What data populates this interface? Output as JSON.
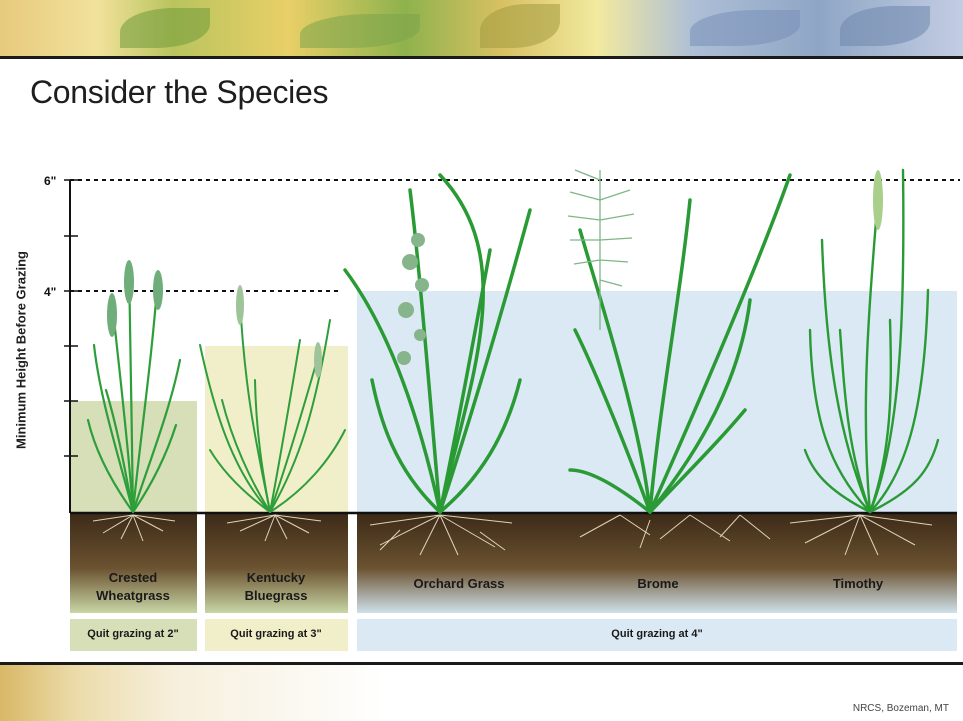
{
  "title": "Consider the Species",
  "y_axis": {
    "label": "Minimum Height Before Grazing",
    "tick_6": "6\"",
    "tick_4": "4\""
  },
  "species": [
    {
      "name_line1": "Crested",
      "name_line2": "Wheatgrass",
      "quit": "Quit grazing at 2\"",
      "min_height_in": 2
    },
    {
      "name_line1": "Kentucky",
      "name_line2": "Bluegrass",
      "quit": "Quit grazing at 3\"",
      "min_height_in": 3
    },
    {
      "name_line1": "Orchard Grass",
      "name_line2": "",
      "min_height_in": 4
    },
    {
      "name_line1": "Brome",
      "name_line2": "",
      "min_height_in": 4
    },
    {
      "name_line1": "Timothy",
      "name_line2": "",
      "min_height_in": 4
    }
  ],
  "group_quit": "Quit grazing at 4\"",
  "colors": {
    "wheatgrass_zone": "#d6dfb8",
    "bluegrass_zone": "#f1efc9",
    "four_inch_zone": "#dbe9f4",
    "grass": "#2e9e3b",
    "soil": "#4a3520"
  },
  "credit": "NRCS, Bozeman, MT"
}
